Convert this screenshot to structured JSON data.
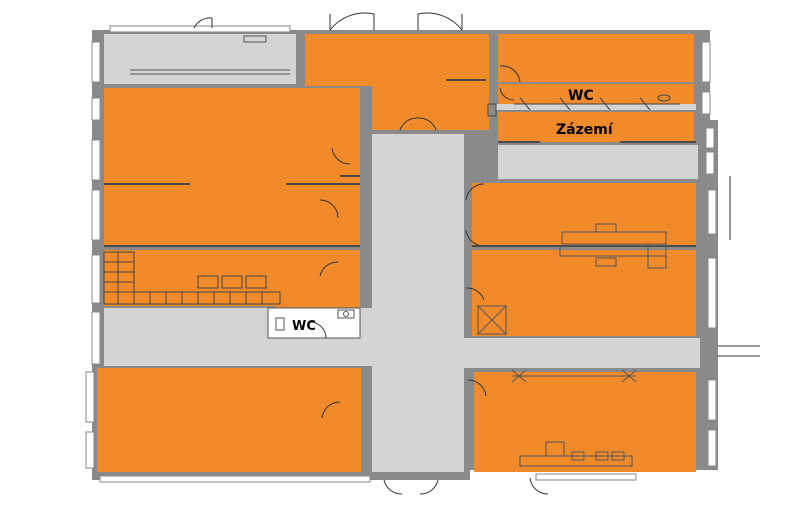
{
  "plan": {
    "labels": {
      "wc_upper": "WC",
      "zazemi": "Zázemí",
      "wc_lower": "WC"
    },
    "colors": {
      "room": "#f08a2a",
      "corridor": "#d4d4d4",
      "wall": "#7a7a7a",
      "window": "#ffffff",
      "line": "#4a4a4a"
    }
  }
}
